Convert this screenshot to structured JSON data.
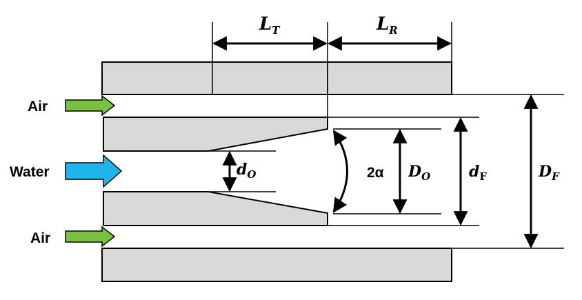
{
  "labels": {
    "air_top": "Air",
    "water": "Water",
    "air_bottom": "Air",
    "two_alpha": "2α"
  },
  "dimensions": {
    "LT": {
      "main": "L",
      "sub": "T"
    },
    "LR": {
      "main": "L",
      "sub": "R"
    },
    "dO": {
      "main": "d",
      "sub": "O"
    },
    "DO": {
      "main": "D",
      "sub": "O"
    },
    "dF": {
      "main": "d",
      "sub": "F"
    },
    "DF": {
      "main": "D",
      "sub": "F"
    }
  },
  "colors": {
    "wall_fill": "#d9d9d9",
    "air_arrow": "#7ac142",
    "water_arrow": "#1fb5ea",
    "line": "#000000"
  }
}
